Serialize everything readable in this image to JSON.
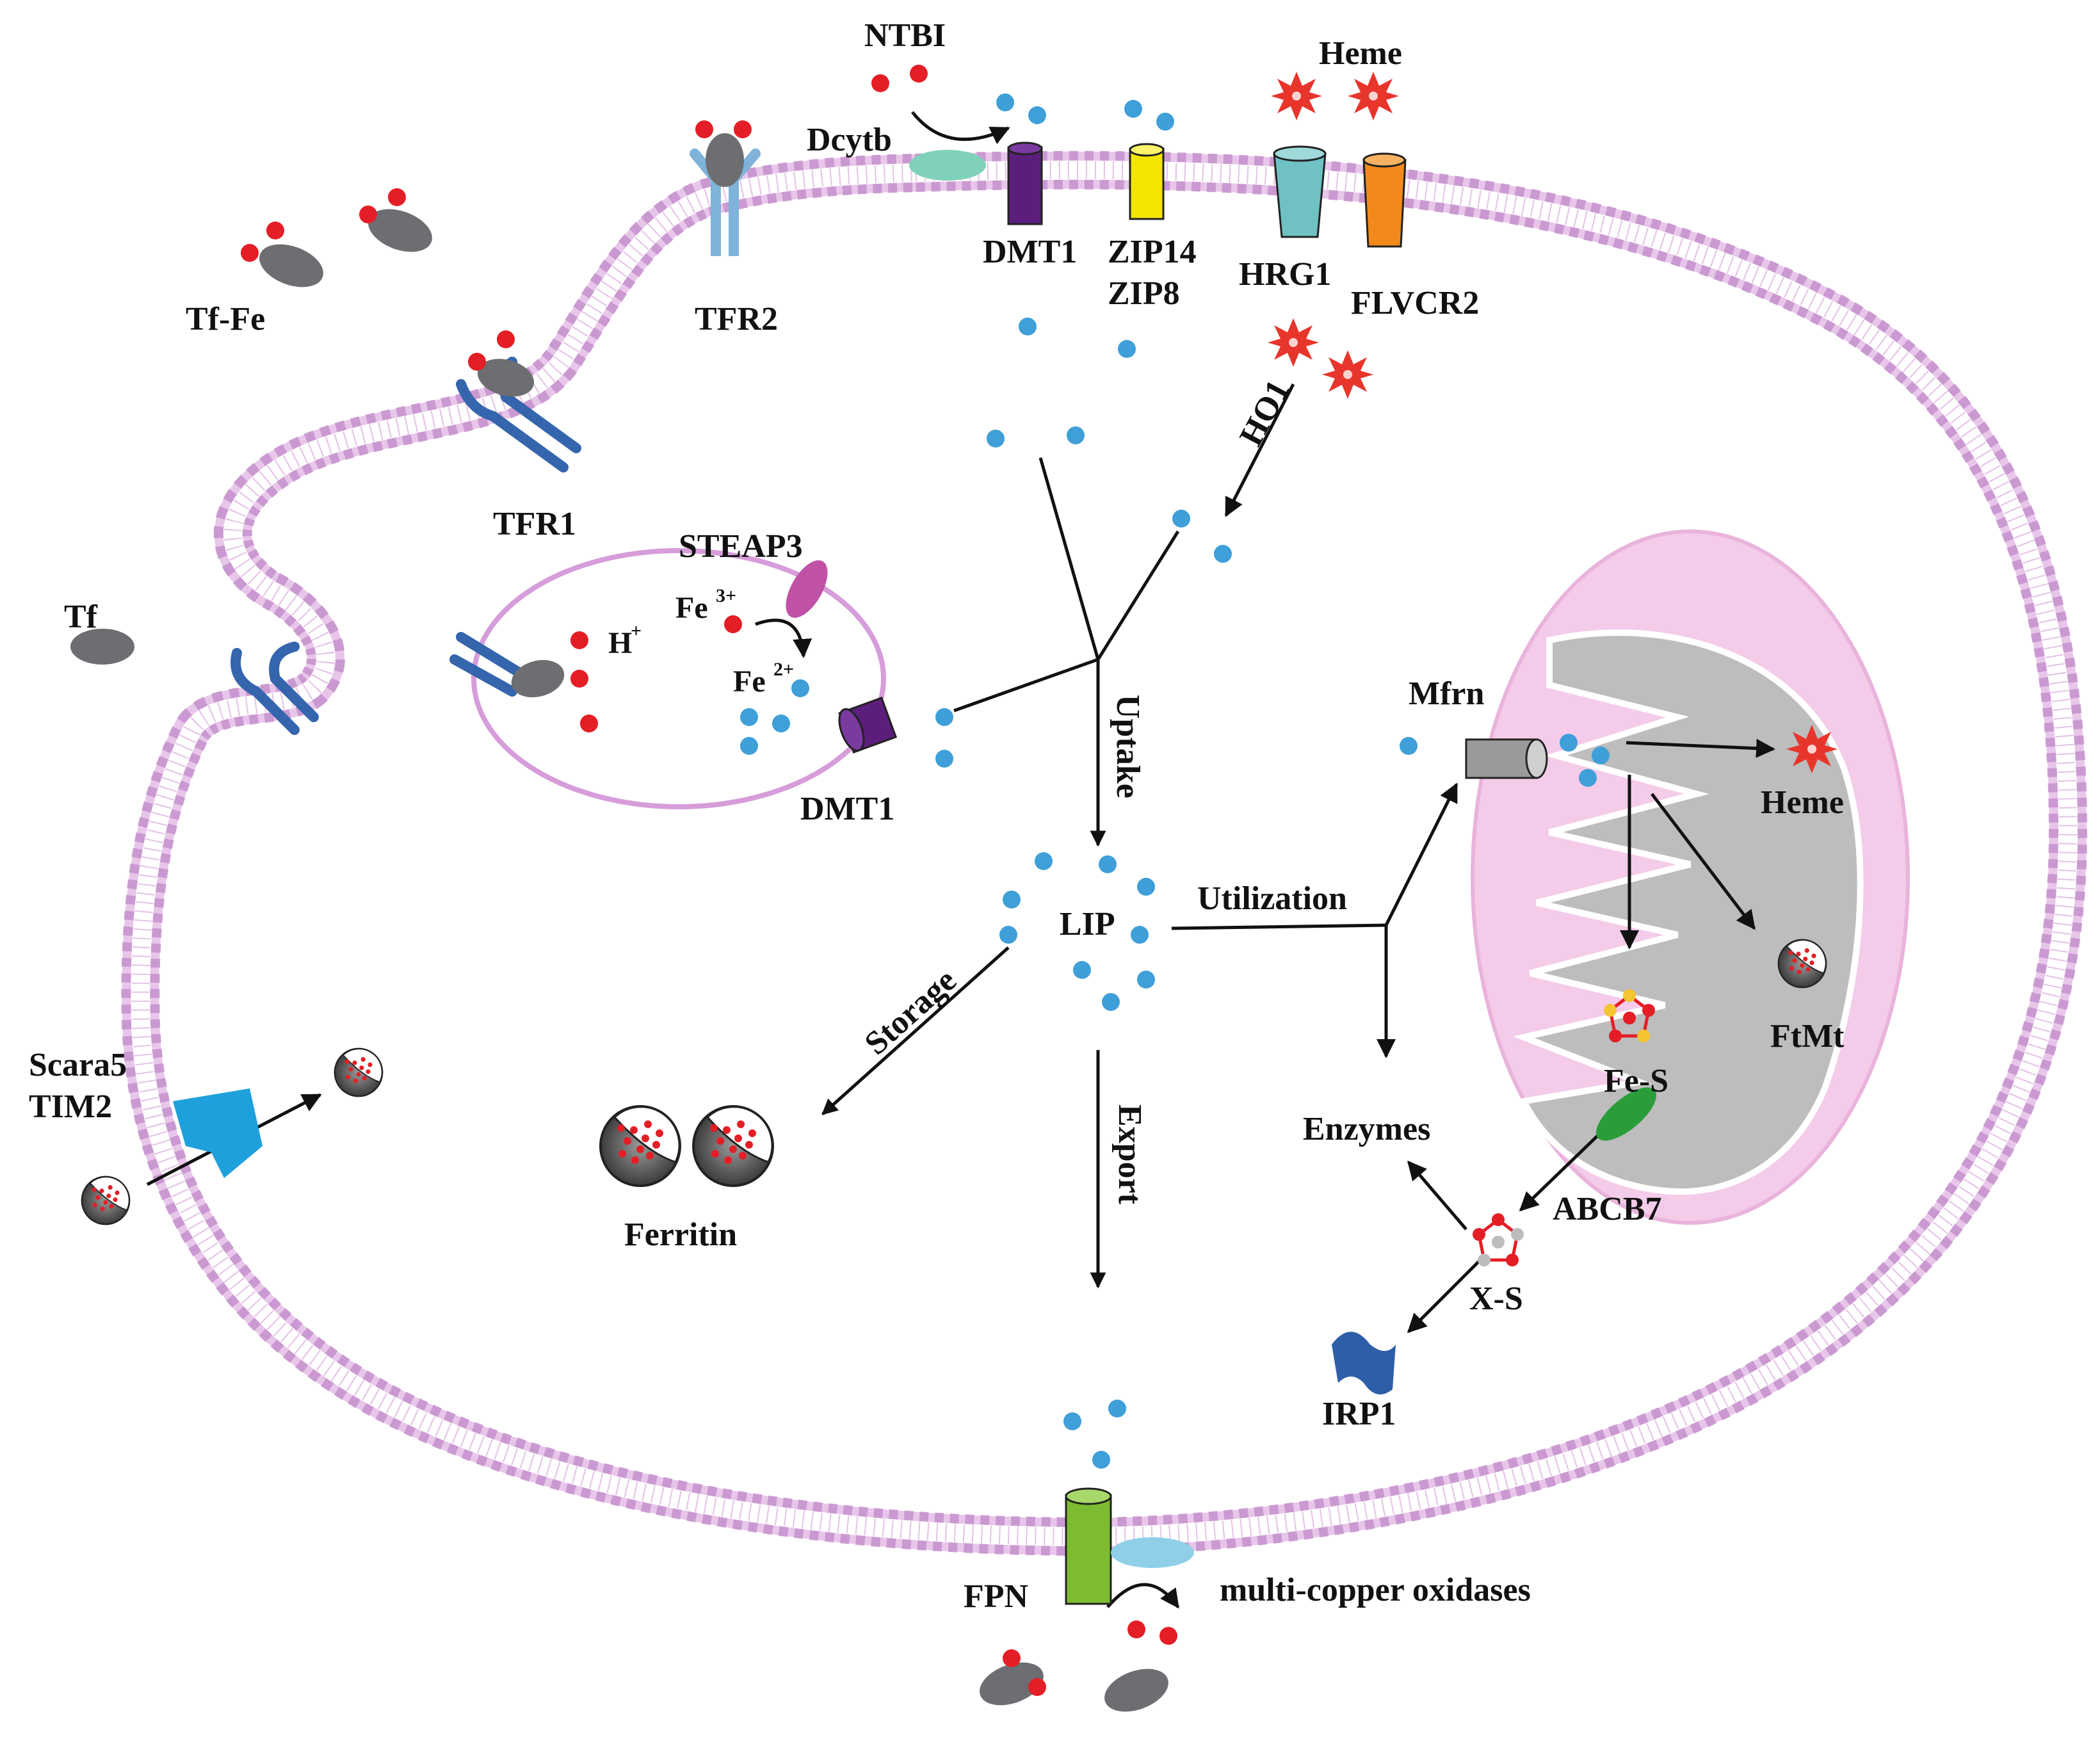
{
  "diagram": {
    "colors": {
      "membrane": "#c98ad0",
      "membrane_head": "#c590cc",
      "iron_ferrous": "#3f9fd8",
      "iron_ferric": "#e41e26",
      "heme": "#e8352b",
      "transferrin": "#6d6e71",
      "mito_outer": "#f4cbe9",
      "mito_inner": "#bdbdbd",
      "dmt1": "#5b1e7c",
      "zip": "#f2e500",
      "hrg1": "#6fc1c3",
      "flvcr2": "#f28a1b",
      "fpn": "#7dbb30",
      "tfr": "#3565ad",
      "tfr2": "#7fb3d9",
      "dcytb": "#7fd1b9",
      "mco": "#8fd0e8",
      "scara5": "#1ea0dc",
      "steap3": "#c052a6",
      "abcb7": "#2a9d3a",
      "irp1": "#2f5ea8"
    },
    "labels": {
      "ntbi": "NTBI",
      "heme_out": "Heme",
      "dcytb": "Dcytb",
      "dmt1_membrane": "DMT1",
      "zip14": "ZIP14",
      "zip8": "ZIP8",
      "hrg1": "HRG1",
      "flvcr2": "FLVCR2",
      "tf_fe": "Tf-Fe",
      "tfr2": "TFR2",
      "tfr1": "TFR1",
      "tf": "Tf",
      "ho1": "HO1",
      "steap3": "STEAP3",
      "fe3": "Fe",
      "fe3_charge": "3+",
      "fe2": "Fe",
      "fe2_charge": "2+",
      "h_plus": "H",
      "h_charge": "+",
      "dmt1_endosome": "DMT1",
      "uptake": "Uptake",
      "mfrn": "Mfrn",
      "heme_mito": "Heme",
      "lip": "LIP",
      "utilization": "Utilization",
      "storage": "Storage",
      "ftmt": "FtMt",
      "fes": "Fe-S",
      "scara5": "Scara5",
      "tim2": "TIM2",
      "ferritin": "Ferritin",
      "export": "Export",
      "enzymes": "Enzymes",
      "abcb7": "ABCB7",
      "xs": "X-S",
      "irp1": "IRP1",
      "fpn": "FPN",
      "mco": "multi-copper oxidases"
    }
  }
}
